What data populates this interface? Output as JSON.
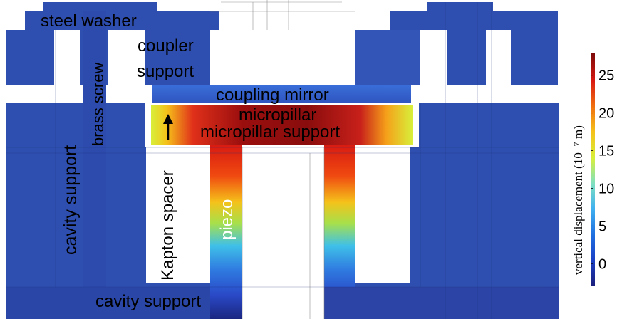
{
  "labels": {
    "steel_washer": "steel washer",
    "brass_screw": "brass screw",
    "coupler_support_line1": "coupler",
    "coupler_support_line2": "support",
    "coupling_mirror": "coupling mirror",
    "micropillar": "micropillar",
    "micropillar_support": "micropillar support",
    "cavity_support_left": "cavity support",
    "cavity_support_bottom": "cavity support",
    "kapton_spacer": "Kapton spacer",
    "piezo": "piezo"
  },
  "colorbar": {
    "label": "vertical displacement (10⁻⁷ m)",
    "ticks": [
      "25",
      "20",
      "15",
      "10",
      "5",
      "0"
    ],
    "range": [
      -3,
      28
    ],
    "colors": [
      "#1b1f7a",
      "#1b3fc4",
      "#1f6fe0",
      "#3fb0f0",
      "#7fe0c0",
      "#d8ef3a",
      "#f5c21a",
      "#f07010",
      "#d81a12",
      "#7a0a0a"
    ]
  },
  "colors": {
    "base_blue": "#2f4fb0",
    "dark_blue": "#1f2f8a",
    "micropillar_dark": "#8a0d0d"
  }
}
